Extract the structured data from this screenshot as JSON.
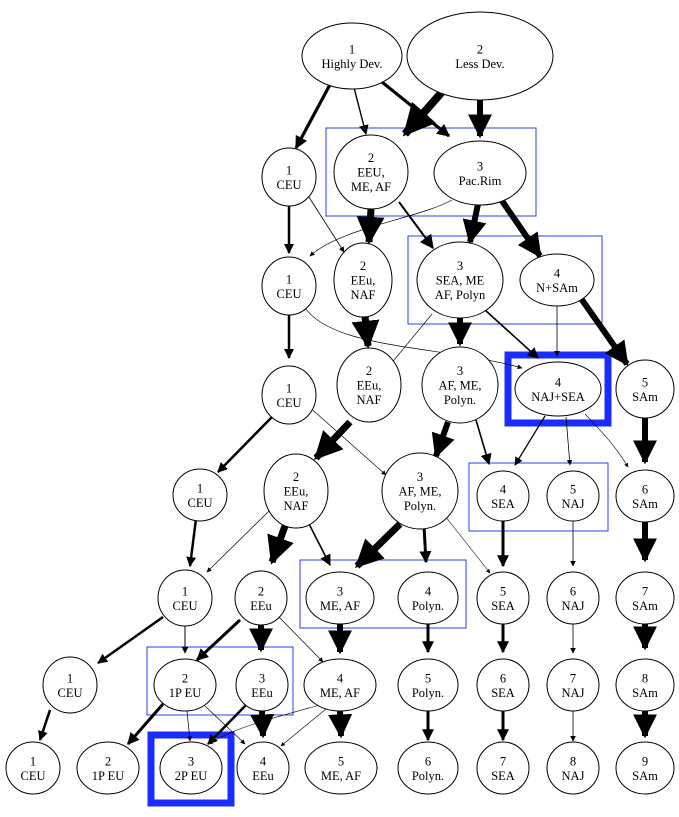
{
  "diagram": {
    "highlight_color": "#1a2cff",
    "cluster_color": "#2b3ff0",
    "nodes": [
      {
        "id": "r0_1",
        "lines": [
          "1",
          "Highly Dev."
        ]
      },
      {
        "id": "r0_2",
        "lines": [
          "2",
          "Less Dev."
        ]
      },
      {
        "id": "r1_1",
        "lines": [
          "1",
          "CEU"
        ]
      },
      {
        "id": "r1_2",
        "lines": [
          "2",
          "EEU,",
          "ME, AF"
        ]
      },
      {
        "id": "r1_3",
        "lines": [
          "3",
          "Pac.Rim"
        ]
      },
      {
        "id": "r2_1",
        "lines": [
          "1",
          "CEU"
        ]
      },
      {
        "id": "r2_2",
        "lines": [
          "2",
          "EEu,",
          "NAF"
        ]
      },
      {
        "id": "r2_3",
        "lines": [
          "3",
          "SEA, ME",
          "AF, Polyn"
        ]
      },
      {
        "id": "r2_4",
        "lines": [
          "4",
          "N+SAm"
        ]
      },
      {
        "id": "r3_1",
        "lines": [
          "1",
          "CEU"
        ]
      },
      {
        "id": "r3_2",
        "lines": [
          "2",
          "EEu,",
          "NAF"
        ]
      },
      {
        "id": "r3_3",
        "lines": [
          "3",
          "AF, ME,",
          "Polyn."
        ]
      },
      {
        "id": "r3_4",
        "lines": [
          "4",
          "NAJ+SEA"
        ]
      },
      {
        "id": "r3_5",
        "lines": [
          "5",
          "SAm"
        ]
      },
      {
        "id": "r4_1",
        "lines": [
          "1",
          "CEU"
        ]
      },
      {
        "id": "r4_2",
        "lines": [
          "2",
          "EEu,",
          "NAF"
        ]
      },
      {
        "id": "r4_3",
        "lines": [
          "3",
          "AF, ME,",
          "Polyn."
        ]
      },
      {
        "id": "r4_4",
        "lines": [
          "4",
          "SEA"
        ]
      },
      {
        "id": "r4_5",
        "lines": [
          "5",
          "NAJ"
        ]
      },
      {
        "id": "r4_6",
        "lines": [
          "6",
          "SAm"
        ]
      },
      {
        "id": "r5_1",
        "lines": [
          "1",
          "CEU"
        ]
      },
      {
        "id": "r5_2",
        "lines": [
          "2",
          "EEu"
        ]
      },
      {
        "id": "r5_3",
        "lines": [
          "3",
          "ME, AF"
        ]
      },
      {
        "id": "r5_4",
        "lines": [
          "4",
          "Polyn."
        ]
      },
      {
        "id": "r5_5",
        "lines": [
          "5",
          "SEA"
        ]
      },
      {
        "id": "r5_6",
        "lines": [
          "6",
          "NAJ"
        ]
      },
      {
        "id": "r5_7",
        "lines": [
          "7",
          "SAm"
        ]
      },
      {
        "id": "r6_1",
        "lines": [
          "1",
          "CEU"
        ]
      },
      {
        "id": "r6_2",
        "lines": [
          "2",
          "1P EU"
        ]
      },
      {
        "id": "r6_3",
        "lines": [
          "3",
          "EEu"
        ]
      },
      {
        "id": "r6_4",
        "lines": [
          "4",
          "ME, AF"
        ]
      },
      {
        "id": "r6_5",
        "lines": [
          "5",
          "Polyn."
        ]
      },
      {
        "id": "r6_6",
        "lines": [
          "6",
          "SEA"
        ]
      },
      {
        "id": "r6_7",
        "lines": [
          "7",
          "NAJ"
        ]
      },
      {
        "id": "r6_8",
        "lines": [
          "8",
          "SAm"
        ]
      },
      {
        "id": "r7_1",
        "lines": [
          "1",
          "CEU"
        ]
      },
      {
        "id": "r7_2",
        "lines": [
          "2",
          "1P EU"
        ]
      },
      {
        "id": "r7_3",
        "lines": [
          "3",
          "2P EU"
        ]
      },
      {
        "id": "r7_4",
        "lines": [
          "4",
          "EEu"
        ]
      },
      {
        "id": "r7_5",
        "lines": [
          "5",
          "ME, AF"
        ]
      },
      {
        "id": "r7_6",
        "lines": [
          "6",
          "Polyn."
        ]
      },
      {
        "id": "r7_7",
        "lines": [
          "7",
          "SEA"
        ]
      },
      {
        "id": "r7_8",
        "lines": [
          "8",
          "NAJ"
        ]
      },
      {
        "id": "r7_9",
        "lines": [
          "9",
          "SAm"
        ]
      }
    ]
  }
}
